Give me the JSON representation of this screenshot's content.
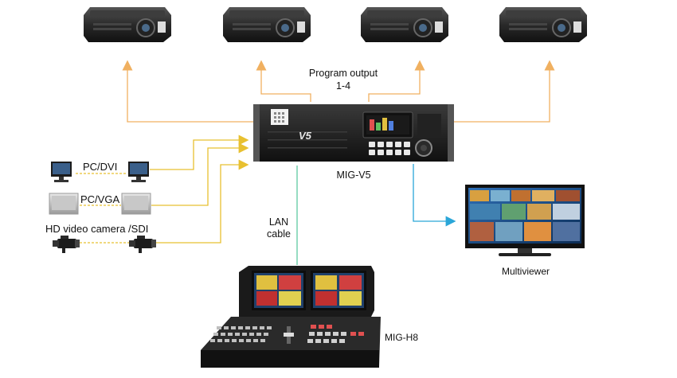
{
  "labels": {
    "program_output_line1": "Program output",
    "program_output_line2": "1-4",
    "processor": "MIG-V5",
    "processor_badge": "V5",
    "pc_dvi": "PC/DVI",
    "pc_vga": "PC/VGA",
    "camera_sdi": "HD video camera /SDI",
    "lan_line1": "LAN",
    "lan_line2": "cable",
    "multiviewer": "Multiviewer",
    "console": "MIG-H8"
  },
  "colors": {
    "output_lines": "#f0b060",
    "input_lines": "#e8c030",
    "lan_line": "#5dc8a0",
    "multiviewer_line": "#2aa6d8",
    "device_dark": "#1c1c1c"
  },
  "icons": {
    "projector": "projector-icon",
    "processor": "video-processor-icon",
    "pc": "desktop-pc-icon",
    "camera": "video-camera-icon",
    "tv": "monitor-icon",
    "console": "control-console-icon"
  }
}
